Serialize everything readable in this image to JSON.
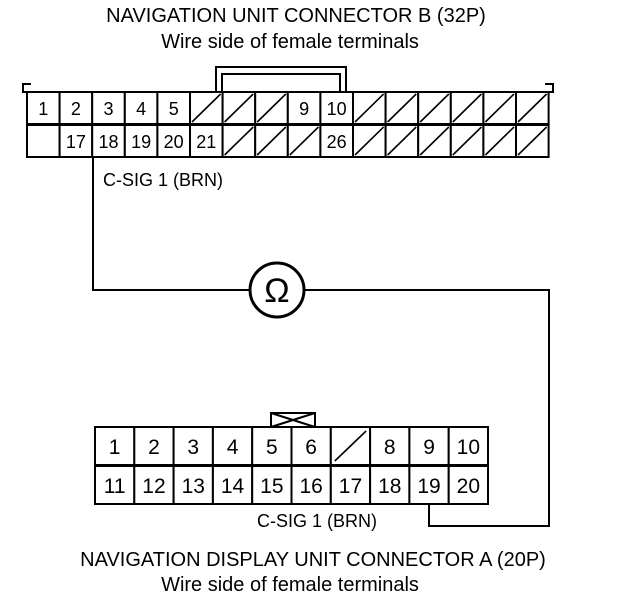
{
  "connector_b": {
    "title": "NAVIGATION UNIT CONNECTOR B (32P)",
    "subtitle": "Wire side of female terminals",
    "row1": [
      "1",
      "2",
      "3",
      "4",
      "5",
      "",
      "",
      "",
      "9",
      "10",
      "",
      "",
      "",
      "",
      "",
      ""
    ],
    "row2": [
      "",
      "17",
      "18",
      "19",
      "20",
      "21",
      "",
      "",
      "",
      "26",
      "",
      "",
      "",
      "",
      "",
      ""
    ],
    "wire_label": "C-SIG 1 (BRN)"
  },
  "connector_a": {
    "title": "NAVIGATION DISPLAY UNIT CONNECTOR A (20P)",
    "subtitle": "Wire side of female terminals",
    "row1": [
      "1",
      "2",
      "3",
      "4",
      "5",
      "6",
      "",
      "8",
      "9",
      "10"
    ],
    "row2": [
      "11",
      "12",
      "13",
      "14",
      "15",
      "16",
      "17",
      "18",
      "19",
      "20"
    ],
    "wire_label": "C-SIG 1 (BRN)"
  },
  "meter": {
    "symbol": "Ω"
  }
}
